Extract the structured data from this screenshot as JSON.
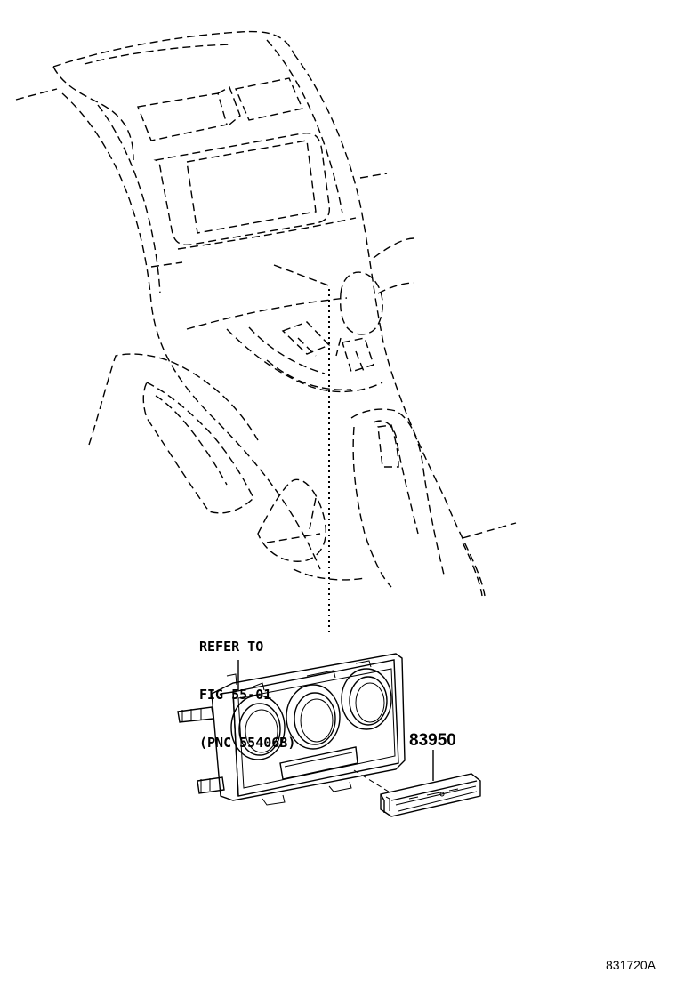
{
  "diagram": {
    "callout_reference": {
      "line1": "REFER TO",
      "line2": "FIG 55-01",
      "line3": "(PNC 55406B)"
    },
    "part_number": "83950",
    "figure_code": "831720A",
    "colors": {
      "ink": "#000000",
      "paper": "#ffffff"
    }
  }
}
